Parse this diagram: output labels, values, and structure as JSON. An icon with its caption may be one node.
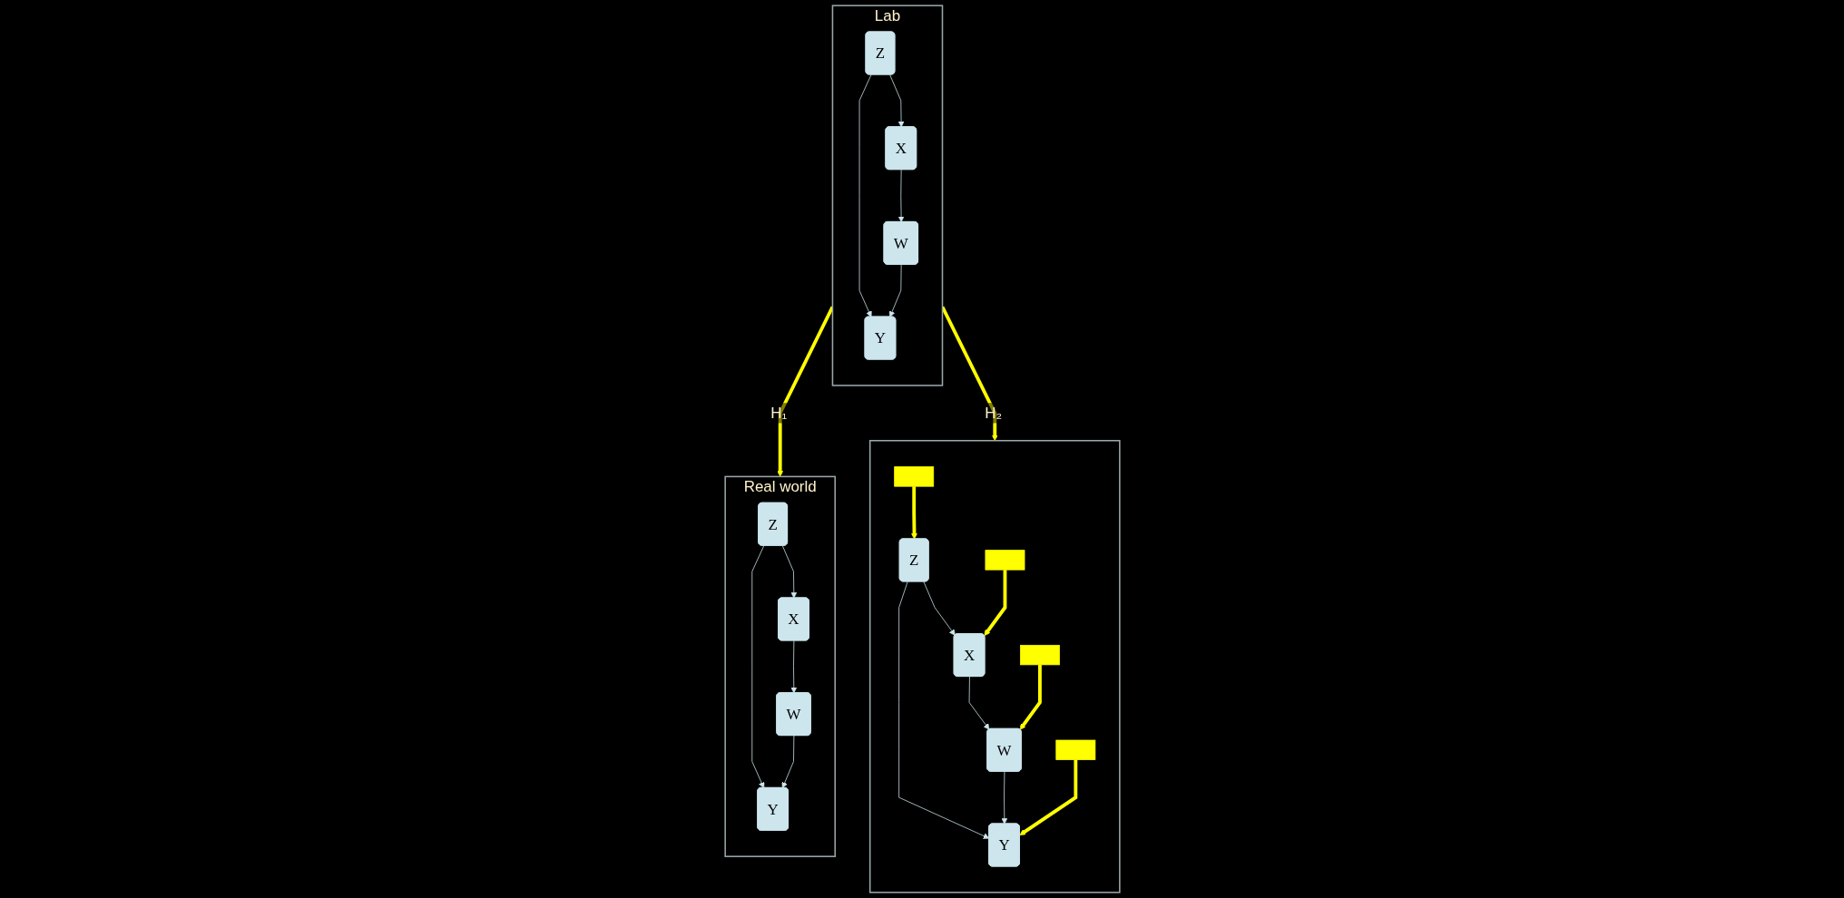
{
  "diagram": {
    "nodes": [
      {
        "text": [
          "Lab"
        ]
      },
      {
        "text": [
          "Z"
        ],
        "in": 0
      },
      {
        "text": [
          "X"
        ],
        "in": 0
      },
      {
        "text": [
          "W"
        ],
        "in": 0
      },
      {
        "text": [
          "Y"
        ],
        "in": 0
      },
      {
        "text": [
          "Real world"
        ]
      },
      {
        "text": [
          "Z"
        ],
        "in": 5
      },
      {
        "text": [
          "X"
        ],
        "in": 5
      },
      {
        "text": [
          "W"
        ],
        "in": 5
      },
      {
        "text": [
          "Y"
        ],
        "in": 5
      },
      {
        "text": [],
        "shape": "box"
      },
      {
        "text": [
          "Z"
        ],
        "in": 10
      },
      {
        "text": [
          "X"
        ],
        "in": 10
      },
      {
        "text": [
          "W"
        ],
        "in": 10
      },
      {
        "text": [
          "Y"
        ],
        "in": 10
      },
      {
        "text": [],
        "shape": "box",
        "in": 10
      },
      {
        "text": [],
        "shape": "box",
        "in": 10
      },
      {
        "text": [],
        "shape": "box",
        "in": 10
      },
      {
        "text": [],
        "shape": "box",
        "in": 10
      }
    ],
    "edges": [
      {
        "from": 1,
        "to": 2,
        "arrow": "to"
      },
      {
        "from": 1,
        "to": 4,
        "arrow": "to"
      },
      {
        "from": 2,
        "to": 3,
        "arrow": "to"
      },
      {
        "from": 3,
        "to": 4,
        "arrow": "to"
      },
      {
        "from": 0,
        "to": 5,
        "arrow": "to",
        "label": "H₁",
        "style": "thick",
        "color": "#ffff00"
      },
      {
        "from": 0,
        "to": 10,
        "arrow": "to",
        "label": "H₂",
        "style": "thick",
        "color": "#ffff00"
      },
      {
        "from": 6,
        "to": 7,
        "arrow": "to"
      },
      {
        "from": 6,
        "to": 9,
        "arrow": "to"
      },
      {
        "from": 7,
        "to": 8,
        "arrow": "to"
      },
      {
        "from": 8,
        "to": 9,
        "arrow": "to"
      },
      {
        "from": 11,
        "to": 12,
        "arrow": "to"
      },
      {
        "from": 11,
        "to": 14,
        "arrow": "to"
      },
      {
        "from": 12,
        "to": 13,
        "arrow": "to"
      },
      {
        "from": 13,
        "to": 14,
        "arrow": "to"
      },
      {
        "from": 15,
        "to": 11,
        "arrow": "to",
        "style": "thick",
        "color": "#ffff00"
      },
      {
        "from": 16,
        "to": 12,
        "arrow": "to",
        "style": "thick",
        "color": "#ffff00"
      },
      {
        "from": 17,
        "to": 13,
        "arrow": "to",
        "style": "thick",
        "color": "#ffff00"
      },
      {
        "from": 18,
        "to": 14,
        "arrow": "to",
        "style": "thick",
        "color": "#ffff00"
      }
    ]
  }
}
